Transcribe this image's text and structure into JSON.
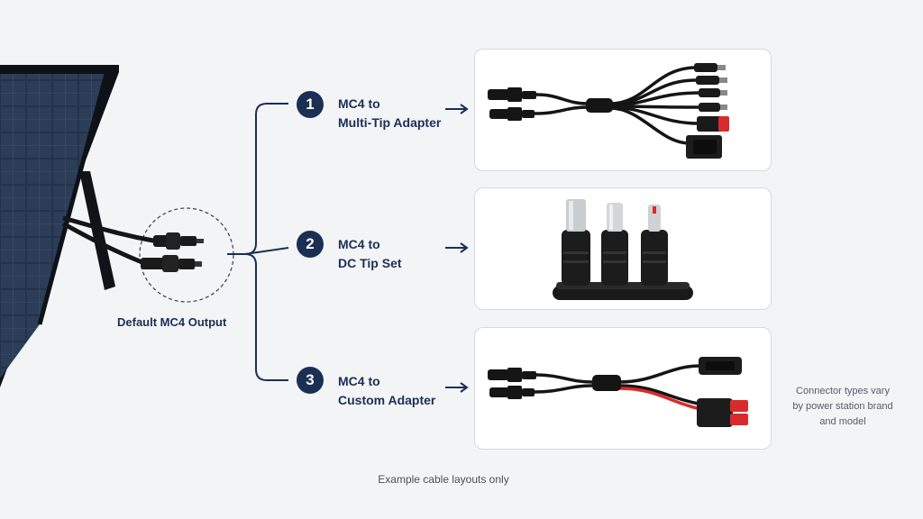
{
  "default_output": {
    "label": "Default MC4 Output"
  },
  "steps": [
    {
      "number": "1",
      "line1": "MC4 to",
      "line2": "Multi-Tip Adapter"
    },
    {
      "number": "2",
      "line1": "MC4 to",
      "line2": "DC Tip Set"
    },
    {
      "number": "3",
      "line1": "MC4 to",
      "line2": "Custom Adapter"
    }
  ],
  "side_note": {
    "line1": "Connector types vary",
    "line2": "by power station brand",
    "line3": "and model"
  },
  "footer": {
    "text": "Example cable layouts only"
  },
  "colors": {
    "navy": "#1b2f55",
    "cable": "#151515",
    "red": "#d92b2b",
    "panel": "#1e2533"
  }
}
